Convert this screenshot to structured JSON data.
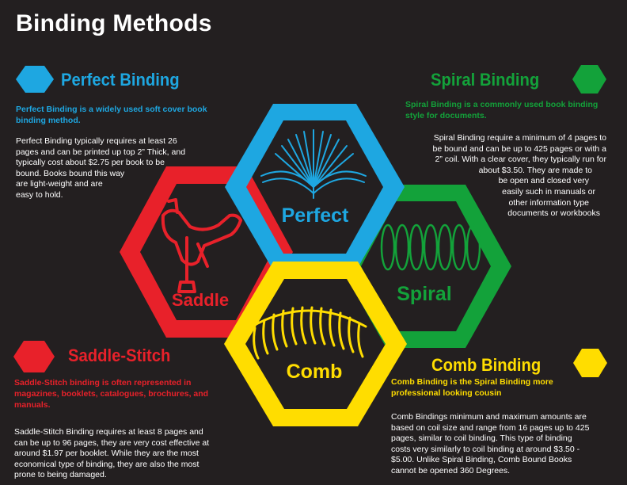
{
  "title": "Binding Methods",
  "colors": {
    "background": "#231f20",
    "perfect": "#1ea7e1",
    "spiral": "#13a23a",
    "saddle": "#e8212a",
    "comb": "#ffdd00"
  },
  "sections": {
    "perfect": {
      "title": "Perfect Binding",
      "lead": "Perfect Binding is a widely used soft cover book binding method.",
      "body": [
        "Perfect Binding typically requires at least 26",
        "pages and can be printed up top 2” Thick, and",
        "typically cost about $2.75 per book to be",
        "bound. Books bound this way",
        "are light-weight and are",
        "easy to hold."
      ]
    },
    "spiral": {
      "title": "Spiral Binding",
      "lead": "Spiral Binding is a commonly used book binding style for documents.",
      "body": [
        "Spiral Binding require a minimum of 4 pages to",
        "be bound and can be up to 425 pages or with a",
        "2” coil. With a clear cover, they typically run for",
        "about $3.50. They are made to",
        "be open and closed very",
        "easily such in manuals or",
        "other information type",
        "documents or workbooks"
      ]
    },
    "saddle": {
      "title": "Saddle-Stitch",
      "lead": "Saddle-Stitch binding is often represented in magazines, booklets, catalogues, brochures, and manuals.",
      "body": [
        "Saddle-Stitch Binding requires at least 8 pages and",
        "can be up to 96 pages, they are very cost effective at",
        "around $1.97 per booklet. While they are the most",
        "economical type of binding, they are also the most",
        "prone to being damaged."
      ]
    },
    "comb": {
      "title": "Comb Binding",
      "lead": "Comb Binding is the Spiral Binding more professional looking cousin",
      "body": [
        "Comb Bindings minimum and maximum amounts are",
        "based on coil size and range from 16 pages up to 425",
        "pages, similar to coil binding. This type of binding",
        "costs very similarly to coil binding at around $3.50 -",
        "$5.00. Unlike Spiral Binding, Comb Bound Books",
        "cannot be opened 360 Degrees."
      ]
    }
  },
  "hex_labels": {
    "perfect": "Perfect",
    "spiral": "Spiral",
    "saddle": "Saddle",
    "comb": "Comb"
  },
  "icons": {
    "perfect": "open-book-icon",
    "spiral": "spiral-coil-icon",
    "saddle": "saddle-icon",
    "comb": "comb-binding-icon"
  }
}
